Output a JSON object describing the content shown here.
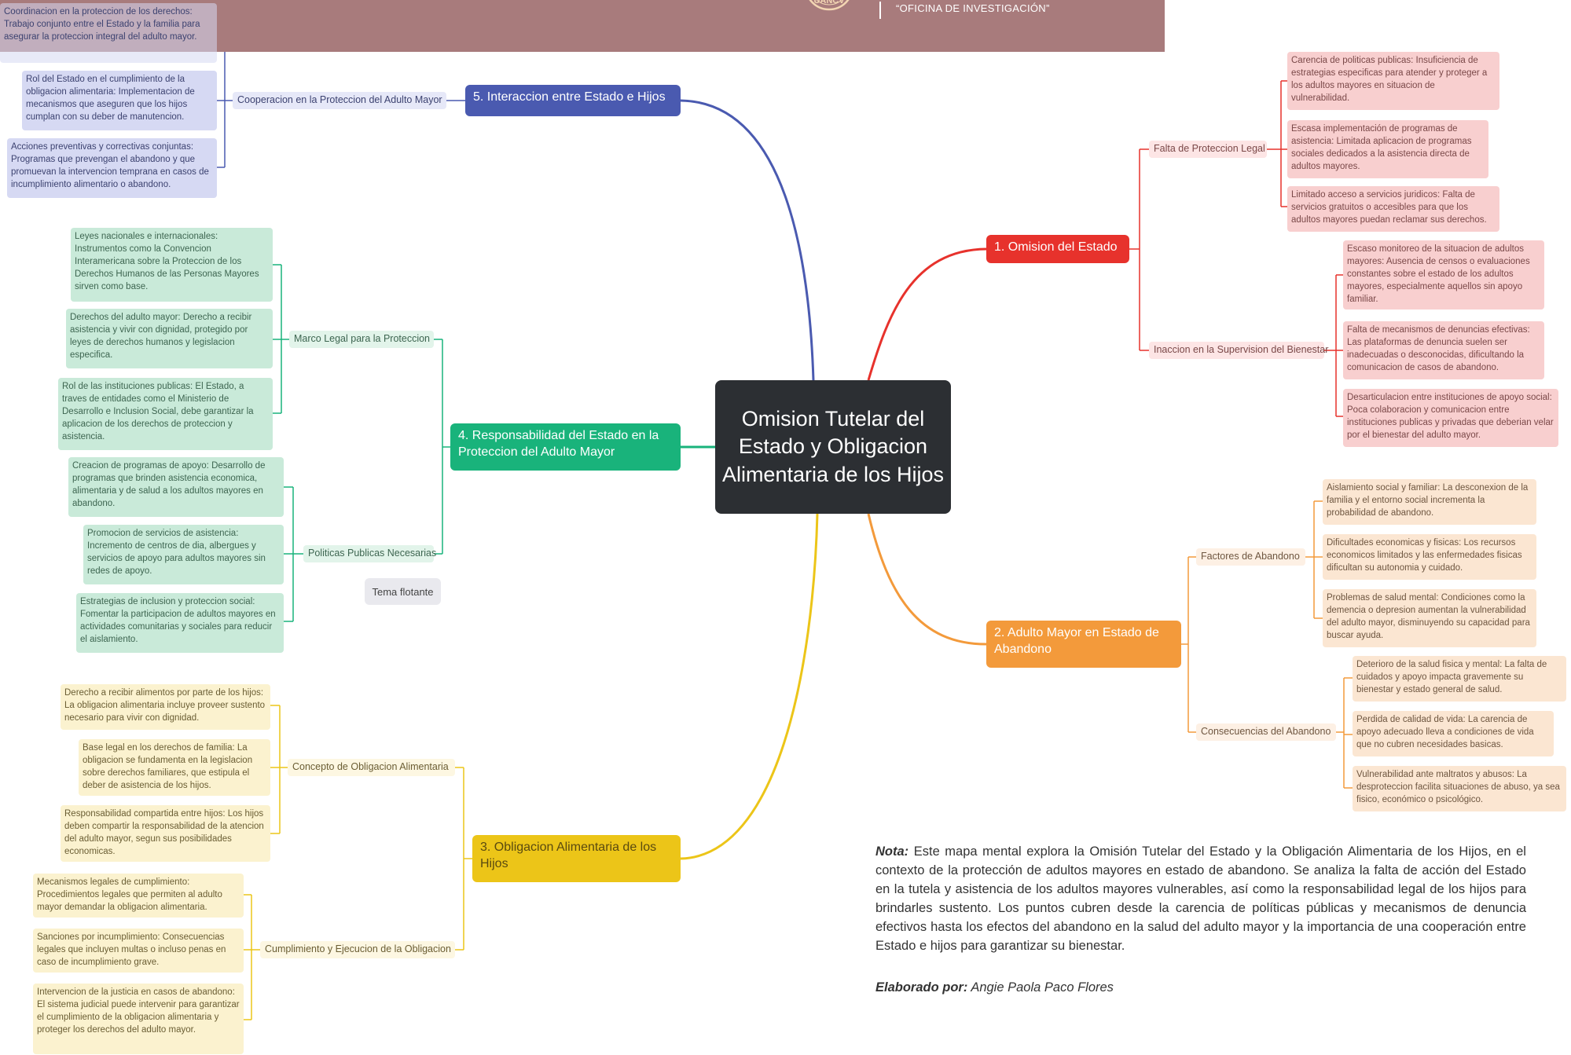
{
  "header": {
    "office": "“OFICINA DE INVESTIGACIÓN”",
    "seal_text": "UANCV"
  },
  "center": {
    "title": "Omision Tutelar del Estado y Obligacion Alimentaria de los Hijos"
  },
  "colors": {
    "red": "#e7322c",
    "orange": "#f39a3b",
    "yellow": "#ecc518",
    "green": "#19b37b",
    "blue": "#4a5ab0",
    "center": "#2c2f33"
  },
  "branches": {
    "b1": {
      "title": "1. Omision del Estado",
      "groups": [
        {
          "label": "Falta de Proteccion Legal",
          "items": [
            "Carencia de politicas publicas: Insuficiencia de estrategias especificas para atender y proteger a los adultos mayores en situacion de vulnerabilidad.",
            "Escasa implementación de programas de asistencia: Limitada aplicacion de programas sociales dedicados a la asistencia directa de adultos mayores.",
            "Limitado acceso a servicios juridicos: Falta de servicios gratuitos o accesibles para que los adultos mayores puedan reclamar sus derechos."
          ]
        },
        {
          "label": "Inaccion en la Supervision del Bienestar",
          "items": [
            "Escaso monitoreo de la situacion de adultos mayores: Ausencia de censos o evaluaciones constantes sobre el estado de los adultos mayores, especialmente aquellos sin apoyo familiar.",
            "Falta de mecanismos de denuncias efectivas: Las plataformas de denuncia suelen ser inadecuadas o desconocidas, dificultando la comunicacion de casos de abandono.",
            "Desarticulacion entre instituciones de apoyo social: Poca colaboracion y comunicacion entre instituciones publicas y privadas que deberian velar por el bienestar del adulto mayor."
          ]
        }
      ]
    },
    "b2": {
      "title": "2. Adulto Mayor en Estado de Abandono",
      "groups": [
        {
          "label": "Factores de Abandono",
          "items": [
            "Aislamiento social y familiar: La desconexion de la familia y el entorno social incrementa la probabilidad de abandono.",
            "Dificultades economicas y fisicas: Los recursos economicos limitados y las enfermedades fisicas dificultan su autonomia y cuidado.",
            "Problemas de salud mental: Condiciones como la demencia o depresion aumentan la vulnerabilidad del adulto mayor, disminuyendo su capacidad para buscar ayuda."
          ]
        },
        {
          "label": "Consecuencias del Abandono",
          "items": [
            "Deterioro de la salud fisica y mental: La falta de cuidados y apoyo impacta gravemente su bienestar y estado general de salud.",
            "Perdida de calidad de vida: La carencia de apoyo adecuado lleva a condiciones de vida que no cubren necesidades basicas.",
            "Vulnerabilidad ante maltratos y abusos: La desproteccion facilita situaciones de abuso, ya sea fisico, económico o psicológico."
          ]
        }
      ]
    },
    "b3": {
      "title": "3. Obligacion Alimentaria de los Hijos",
      "groups": [
        {
          "label": "Concepto de Obligacion Alimentaria",
          "items": [
            "Derecho a recibir alimentos por parte de los hijos: La obligacion alimentaria incluye proveer sustento necesario para vivir con dignidad.",
            "Base legal en los derechos de familia: La obligacion se fundamenta en la legislacion sobre derechos familiares, que estipula el deber de asistencia de los hijos.",
            "Responsabilidad compartida entre hijos: Los hijos deben compartir la responsabilidad de la atencion del adulto mayor, segun sus posibilidades economicas."
          ]
        },
        {
          "label": "Cumplimiento y Ejecucion de la Obligacion",
          "items": [
            "Mecanismos legales de cumplimiento: Procedimientos legales que permiten al adulto mayor demandar la obligacion alimentaria.",
            "Sanciones por incumplimiento: Consecuencias legales que incluyen multas o incluso penas en caso de incumplimiento grave.",
            "Intervencion de la justicia en casos de abandono: El sistema judicial puede intervenir para garantizar el cumplimiento de la obligacion alimentaria y proteger los derechos del adulto mayor."
          ]
        }
      ]
    },
    "b4": {
      "title": "4. Responsabilidad del Estado en la Proteccion del Adulto Mayor",
      "groups": [
        {
          "label": "Marco Legal para la Proteccion",
          "items": [
            "Leyes nacionales e internacionales: Instrumentos como la Convencion Interamericana sobre la Proteccion de los Derechos Humanos de las Personas Mayores sirven como base.",
            "Derechos del adulto mayor: Derecho a recibir asistencia y vivir con dignidad, protegido por leyes de derechos humanos y legislacion especifica.",
            "Rol de las instituciones publicas: El Estado, a traves de entidades como el Ministerio de Desarrollo e Inclusion Social, debe garantizar la aplicacion de los derechos de proteccion y asistencia."
          ]
        },
        {
          "label": "Politicas Publicas Necesarias",
          "items": [
            "Creacion de programas de apoyo: Desarrollo de programas que brinden asistencia economica, alimentaria y de salud a los adultos mayores en abandono.",
            "Promocion de servicios de asistencia: Incremento de centros de dia, albergues y servicios de apoyo para adultos mayores sin redes de apoyo.",
            "Estrategias de inclusion y proteccion social: Fomentar la participacion de adultos mayores en actividades comunitarias y sociales para reducir el aislamiento."
          ]
        }
      ]
    },
    "b5": {
      "title": "5. Interaccion entre Estado e Hijos",
      "groups": [
        {
          "label": "Cooperacion en la Proteccion del Adulto Mayor",
          "items": [
            "Coordinacion en la proteccion de los derechos: Trabajo conjunto entre el Estado y la familia para asegurar la proteccion integral del adulto mayor.",
            "Rol del Estado en el cumplimiento de la obligacion alimentaria: Implementacion de mecanismos que aseguren que los hijos cumplan con su deber de manutencion.",
            "Acciones preventivas y correctivas conjuntas: Programas que prevengan el abandono y que promuevan la intervencion temprana en casos de incumplimiento alimentario o abandono."
          ]
        }
      ]
    }
  },
  "floating_topic": "Tema flotante",
  "note": {
    "label": "Nota:",
    "text": "Este mapa mental explora la Omisión Tutelar del Estado y la Obligación Alimentaria de los Hijos, en el contexto de la protección de adultos mayores en estado de abandono. Se analiza la falta de acción del Estado en la tutela y asistencia de los adultos mayores vulnerables, así como la responsabilidad legal de los hijos para brindarles sustento. Los puntos cubren desde la carencia de políticas públicas y mecanismos de denuncia efectivos hasta los efectos del abandono en la salud del adulto mayor y la importancia de una cooperación entre Estado e hijos para garantizar su bienestar."
  },
  "author": {
    "label": "Elaborado por:",
    "name": "Angie Paola Paco Flores"
  }
}
